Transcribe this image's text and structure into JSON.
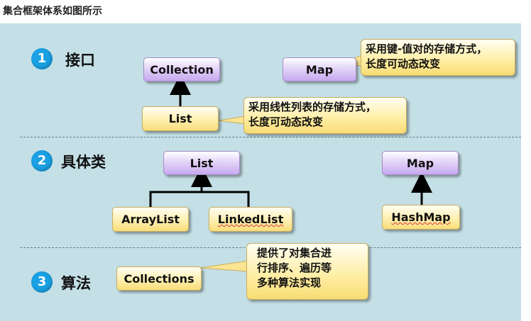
{
  "title": "集合框架体系如图所示",
  "sections": [
    {
      "number": "1",
      "label": "接口"
    },
    {
      "number": "2",
      "label": "具体类"
    },
    {
      "number": "3",
      "label": "算法"
    }
  ],
  "nodes": {
    "collection": "Collection",
    "map_interface": "Map",
    "list_interface": "List",
    "list_class": "List",
    "map_class": "Map",
    "arraylist": "ArrayList",
    "linkedlist": "LinkedList",
    "hashmap": "HashMap",
    "collections": "Collections"
  },
  "callouts": {
    "map_note": [
      "采用键-值对的存储方式，",
      "长度可动态改变"
    ],
    "list_note": [
      "采用线性列表的存储方式，",
      "长度可动态改变"
    ],
    "collections_note": [
      "提供了对集合进",
      "行排序、遍历等",
      "多种算法实现"
    ]
  },
  "colors": {
    "panel_background": "#c4dfe6",
    "number_circle": "#1aa0e3",
    "interface_box": "#c7a8ef",
    "class_box": "#f8dd79"
  }
}
